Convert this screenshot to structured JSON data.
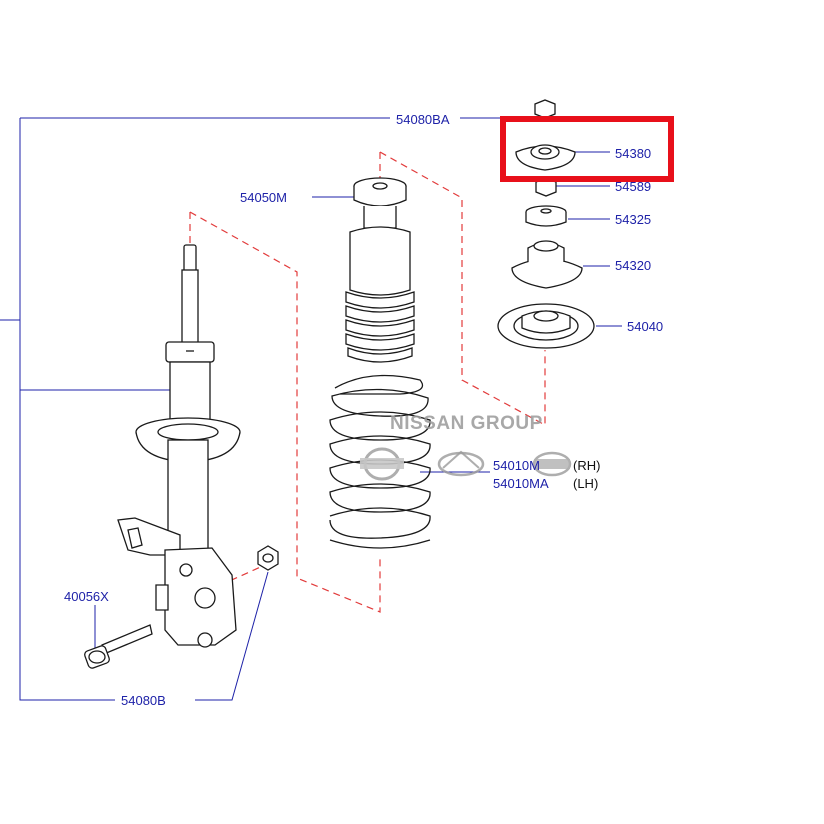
{
  "watermark": "NISSAN GROUP",
  "colors": {
    "label": "#1e22a8",
    "leader_line": "#1e22a8",
    "dashed_line": "#e23b3b",
    "highlight": "#e8101a",
    "part_outline": "#1a1a1a"
  },
  "parts": [
    {
      "id": "54080BA",
      "label": "54080BA"
    },
    {
      "id": "54380",
      "label": "54380",
      "highlighted": true
    },
    {
      "id": "54589",
      "label": "54589"
    },
    {
      "id": "54050M",
      "label": "54050M"
    },
    {
      "id": "54325",
      "label": "54325"
    },
    {
      "id": "54320",
      "label": "54320"
    },
    {
      "id": "54040",
      "label": "54040"
    },
    {
      "id": "54010M",
      "label": "54010M",
      "side": "(RH)"
    },
    {
      "id": "54010MA",
      "label": "54010MA",
      "side": "(LH)"
    },
    {
      "id": "40056X",
      "label": "40056X"
    },
    {
      "id": "54080B",
      "label": "54080B"
    }
  ],
  "logos": [
    "nissan-logo",
    "infiniti-logo",
    "datsun-logo"
  ]
}
